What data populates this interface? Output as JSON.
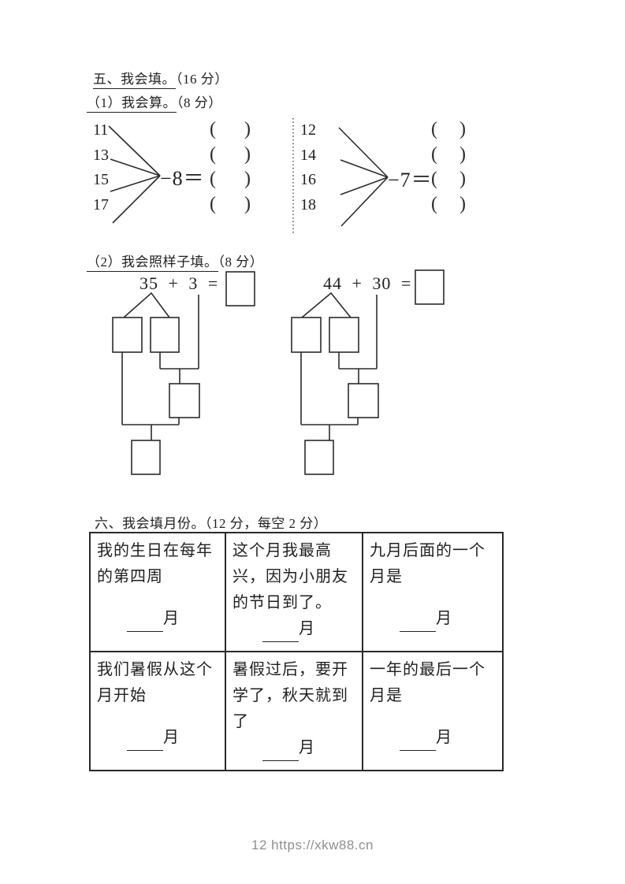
{
  "section5": {
    "title": "五、我会填。",
    "score": "（16 分）",
    "part1": {
      "title": "（1）我会算。",
      "score": "（8 分）",
      "paren_open": "(",
      "paren_close": ")",
      "fans": [
        {
          "numbers": [
            "11",
            "13",
            "15",
            "17"
          ],
          "operation": "−8＝"
        },
        {
          "numbers": [
            "12",
            "14",
            "16",
            "18"
          ],
          "operation": "−7＝"
        }
      ]
    },
    "part2": {
      "title": "（2）我会照样子填。",
      "score": "（8 分）",
      "problems": [
        {
          "equation": "35 + 3 ="
        },
        {
          "equation": "44 + 30 ="
        }
      ]
    }
  },
  "section6": {
    "title": "六、我会填月份。",
    "score": "（12 分，每空 2 分）",
    "cells": [
      {
        "text": "我的生日在每年的第四周",
        "suffix": "月"
      },
      {
        "text": "这个月我最高兴，因为小朋友的节日到了。",
        "suffix": "月"
      },
      {
        "text": "九月后面的一个月是",
        "suffix": "月"
      },
      {
        "text": "我们暑假从这个月开始",
        "suffix": "月"
      },
      {
        "text": "暑假过后，要开学了，秋天就到了",
        "suffix": "月"
      },
      {
        "text": "一年的最后一个月是",
        "suffix": "月"
      }
    ]
  },
  "footer": {
    "text": "12 https://xkw88.cn"
  }
}
